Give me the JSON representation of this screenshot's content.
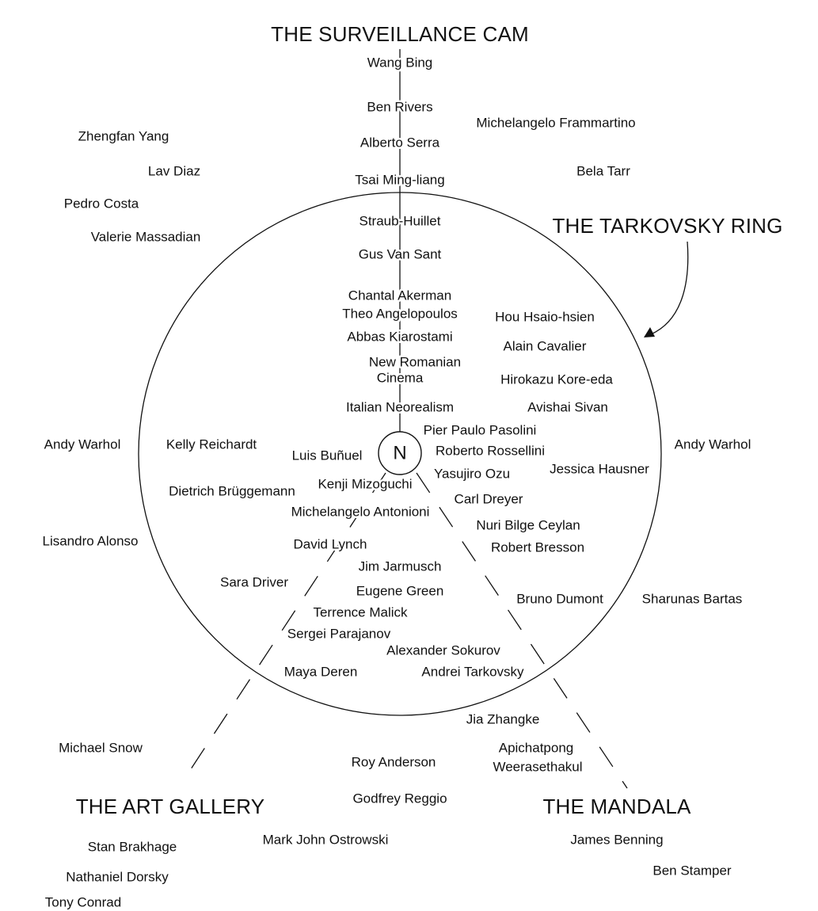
{
  "titles": {
    "surveillance": "THE SURVEILLANCE CAM",
    "tarkovsky_ring": "THE TARKOVSKY RING",
    "art_gallery": "THE ART GALLERY",
    "mandala": "THE MANDALA"
  },
  "center_label": "N",
  "names": [
    "Wang Bing",
    "Ben Rivers",
    "Alberto Serra",
    "Tsai Ming-liang",
    "Michelangelo Frammartino",
    "Bela Tarr",
    "Zhengfan Yang",
    "Lav Diaz",
    "Pedro Costa",
    "Valerie Massadian",
    "Straub-Huillet",
    "Gus Van Sant",
    "Chantal Akerman",
    "Theo Angelopoulos",
    "Abbas Kiarostami",
    "New Romanian",
    "Cinema",
    "Italian Neorealism",
    "Hou Hsaio-hsien",
    "Alain Cavalier",
    "Hirokazu Kore-eda",
    "Avishai Sivan",
    "Pier Paulo Pasolini",
    "Roberto Rossellini",
    "Yasujiro Ozu",
    "Jessica Hausner",
    "Andy Warhol",
    "Kelly Reichardt",
    "Luis Buñuel",
    "Andy Warhol",
    "Dietrich Brüggemann",
    "Kenji Mizoguchi",
    "Carl Dreyer",
    "Michelangelo Antonioni",
    "Nuri Bilge Ceylan",
    "Lisandro Alonso",
    "David Lynch",
    "Robert Bresson",
    "Jim Jarmusch",
    "Sara Driver",
    "Eugene Green",
    "Bruno Dumont",
    "Sharunas Bartas",
    "Terrence Malick",
    "Sergei Parajanov",
    "Alexander Sokurov",
    "Maya Deren",
    "Andrei Tarkovsky",
    "Jia Zhangke",
    "Michael Snow",
    "Apichatpong",
    "Weerasethakul",
    "Roy Anderson",
    "Godfrey Reggio",
    "Mark John Ostrowski",
    "Stan Brakhage",
    "James Benning",
    "Ben Stamper",
    "Nathaniel Dorsky",
    "Tony Conrad"
  ]
}
